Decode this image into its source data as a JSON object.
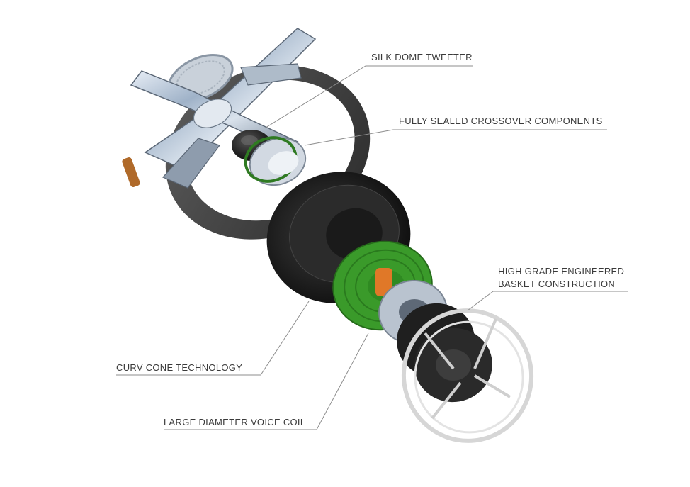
{
  "callouts": {
    "tweeter": "SILK DOME TWEETER",
    "crossover": "FULLY SEALED CROSSOVER COMPONENTS",
    "basket_line1": "HIGH GRADE ENGINEERED",
    "basket_line2": "BASKET CONSTRUCTION",
    "cone": "CURV CONE TECHNOLOGY",
    "voice_coil": "LARGE DIAMETER VOICE COIL"
  },
  "colors": {
    "line": "#8c8c8c",
    "text": "#3a3a3a",
    "metal": "#b8c4d2",
    "cone": "#1b1b1b",
    "coil_ring": "#3a9a2a",
    "voice_coil": "#e07828"
  }
}
